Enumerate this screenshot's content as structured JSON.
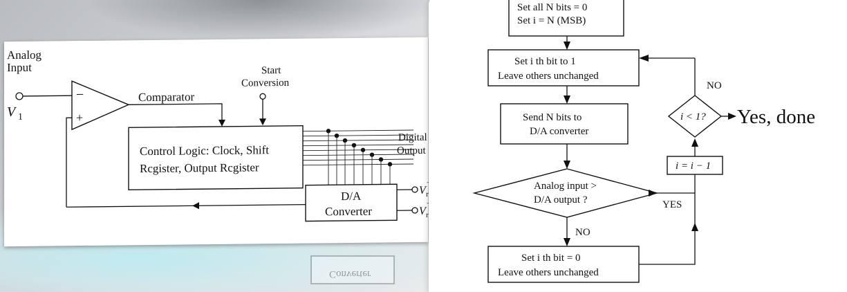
{
  "circuit": {
    "analog_input_line1": "Analog",
    "analog_input_line2": "Input",
    "v1_label": "V",
    "v1_sub": "1",
    "minus_sign": "−",
    "plus_sign": "+",
    "comparator_label": "Comparator",
    "start_line1": "Start",
    "start_line2": "Conversion",
    "control_logic_line1": "Control Logic: Clock, Shift",
    "control_logic_line2": "Rcgister, Output Rcgister",
    "digital_output_line1": "Digital",
    "digital_output_line2": "Output",
    "dac_line1": "D/A",
    "dac_line2": "Converter",
    "vref_plus": "V",
    "vref_plus_sub": "ref",
    "vref_plus_sup": "+",
    "vref_minus": "V",
    "vref_minus_sub": "ref",
    "vref_minus_sup": "−"
  },
  "flowchart": {
    "init_line1": "Set all N bits = 0",
    "init_line2": "Set i = N (MSB)",
    "set_bit_line1": "Set i th bit to 1",
    "set_bit_line2": "Leave others unchanged",
    "send_line1": "Send N bits to",
    "send_line2": "D/A converter",
    "compare_line1": "Analog input >",
    "compare_line2": "D/A output ?",
    "yes_label": "YES",
    "no_label_bottom": "NO",
    "clear_line1": "Set i th bit = 0",
    "clear_line2": "Leave others unchanged",
    "decrement": "i = i − 1",
    "check": "i < 1?",
    "no_label_top": "NO",
    "done_label": "Yes, done"
  }
}
